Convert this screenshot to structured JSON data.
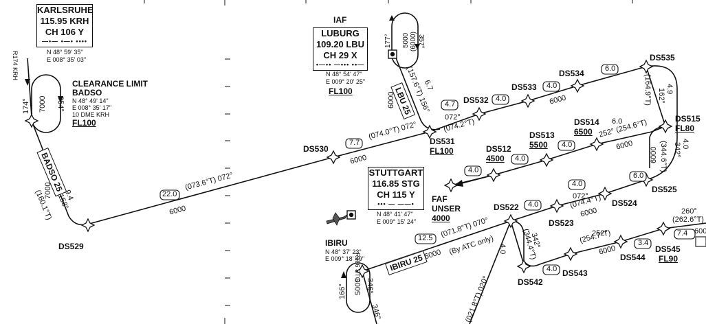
{
  "navaids": {
    "karlsruhe": {
      "name": "KARLSRUHE",
      "freq": "115.95 KRH",
      "channel": "CH 106  Y",
      "morse": "—•—  •—•  ••••",
      "lat": "N 48° 59' 35\"",
      "lon": "E 008° 35' 03\""
    },
    "luburg": {
      "header": "IAF",
      "name": "LUBURG",
      "freq": "109.20 LBU",
      "channel": "CH  29  X",
      "morse": "•—••  —•••  ••—",
      "lat": "N 48° 54' 47\"",
      "lon": "E 009° 20' 25\"",
      "alt": "FL100"
    },
    "stuttgart": {
      "name": "STUTTGART",
      "freq": "116.85 STG",
      "channel": "CH 115  Y",
      "morse": "•••  —  ——•",
      "lat": "N 48° 41' 47\"",
      "lon": "E 009° 15' 24\""
    }
  },
  "clearance": {
    "title": "CLEARANCE LIMIT",
    "name": "BADSO",
    "lat": "N 48° 49' 14\"",
    "lon": "E 008° 35' 17\"",
    "dme": "10 DME KRH",
    "alt": "FL100"
  },
  "ibiru": {
    "name": "IBIRU",
    "lat": "N 48° 37' 23\"",
    "lon": "E 009° 18' 49\"",
    "radial": "R186 STG"
  },
  "faf": {
    "line1": "FAF",
    "line2": "UNSER",
    "alt": "4000"
  },
  "radials": {
    "r174": "R174 KRH"
  },
  "routes": {
    "badso25": "BADSO 25",
    "lbu25": "LBU 25",
    "ibiru25": "IBIRU 25"
  },
  "waypoints": {
    "ds529": "DS529",
    "ds530": "DS530",
    "ds531": "DS531",
    "ds531_alt": "FL100",
    "ds532": "DS532",
    "ds533": "DS533",
    "ds534": "DS534",
    "ds535": "DS535",
    "ds514": "DS514",
    "ds514_alt": "6500",
    "ds513": "DS513",
    "ds513_alt": "5500",
    "ds512": "DS512",
    "ds512_alt": "4500",
    "ds515": "DS515",
    "ds515_alt": "FL80",
    "ds525": "DS525",
    "ds524": "DS524",
    "ds523": "DS523",
    "ds522": "DS522",
    "ds542": "DS542",
    "ds543": "DS543",
    "ds544": "DS544",
    "ds545": "DS545",
    "ds545_alt": "FL90"
  },
  "legs": {
    "badso_hold_in": "174°",
    "badso_hold_out": "354°",
    "badso_hold_time": "7000",
    "badso_leg_trk": "(160.1°T)",
    "badso_leg_mag": "158°",
    "badso_leg_alt": "7000",
    "badso_leg_dist": "9.4",
    "main_dist": "22.0",
    "main_trk": "(073.6°T) 072°",
    "main_alt": "6000",
    "ds530_dist": "7.7",
    "ds530_trk": "(074.0°T) 072°",
    "ds530_alt": "6000",
    "lbu_hold_in": "177°",
    "lbu_hold_out": "357°",
    "lbu_hold_alt": "5000",
    "lbu_hold_alt2": "(6000)",
    "lbu_leg_trk": "(157.6°T) 156°",
    "lbu_leg_alt": "6000",
    "lbu_leg_dist": "6.7",
    "ds531_dist": "4.7",
    "ds531_mag": "072°",
    "ds531_trk": "(074.2°T)",
    "ds532_dist": "4.0",
    "ds533_dist": "4.0",
    "ds533_alt": "6000",
    "ds534_dist": "6.0",
    "ds535_dist": "4.9",
    "ds535_trk": "(164.9°T)",
    "ds535_mag": "162°",
    "ds515_dist": "4.0",
    "ds515_trk": "(344.6°T)",
    "ds515_mag": "342°",
    "ds515_alt": "6000",
    "ds514_dist": "6.0",
    "ds514_trk": "252° (254.6°T)",
    "ds514_alt": "6000",
    "ds513_dist": "4.0",
    "ds512_dist": "4.0",
    "faf_dist": "4.0",
    "ds525_dist": "6.0",
    "ds524_dist": "4.0",
    "ds524_mag": "072°",
    "ds524_trk": "(074.4°T)",
    "ds524_alt": "6000",
    "ds523_dist": "4.0",
    "ibiru_dist": "12.5",
    "ibiru_trk": "(071.8°T) 070°",
    "ibiru_alt": "6000",
    "ibiru_note": "(By ATC only)",
    "ibiru_hold_in": "166°",
    "ibiru_hold_out": "346°",
    "ibiru_hold_alt": "5000",
    "ibiru_leg": "346°",
    "ds522_down": "(021.8°T) 020°",
    "ds522_dist": "4.0",
    "ds522_trk": "(344.4°T)",
    "ds522_mag": "342°",
    "ds543_dist": "4.0",
    "ds543_mag": "252°",
    "ds543_trk": "(254.7°T)",
    "ds543_alt": "6000",
    "ds544_dist": "3.4",
    "ds545_dist": "7.4",
    "ds545_trk": "(262.6°T)",
    "ds545_mag": "260°",
    "ds545_alt": "6000"
  },
  "colors": {
    "ink": "#111111",
    "route": "#111111",
    "background": "#ffffff"
  }
}
